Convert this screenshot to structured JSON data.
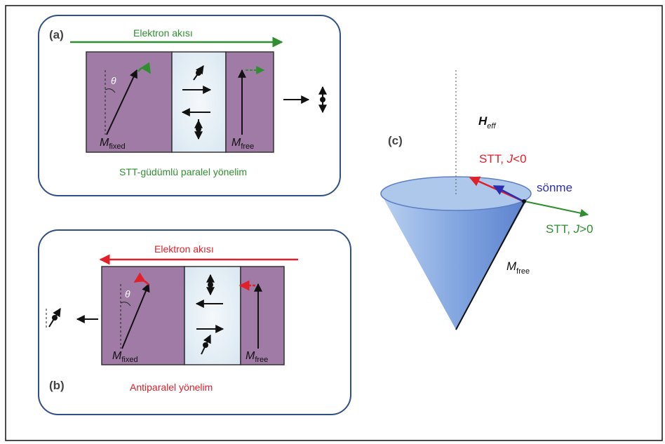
{
  "panel_a": {
    "tag": "(a)",
    "flow_label": "Elektron akısı",
    "angle_symbol": "θ",
    "m_fixed_main": "M",
    "m_fixed_sub": "fixed",
    "m_free_main": "M",
    "m_free_sub": "free",
    "caption": "STT-güdümlü paralel yönelim"
  },
  "panel_b": {
    "tag": "(b)",
    "flow_label": "Elektron akısı",
    "angle_symbol": "θ",
    "m_fixed_main": "M",
    "m_fixed_sub": "fixed",
    "m_free_main": "M",
    "m_free_sub": "free",
    "caption": "Antiparalel yönelim"
  },
  "panel_c": {
    "tag": "(c)",
    "heff_main": "H",
    "heff_sub": "eff",
    "stt_neg_main": "STT, ",
    "stt_neg_var": "J",
    "stt_neg_rest": "<0",
    "damping": "sönme",
    "stt_pos_main": "STT, ",
    "stt_pos_var": "J",
    "stt_pos_rest": ">0",
    "m_free_main": "M",
    "m_free_sub": "free"
  },
  "colors": {
    "green": "#2f8f2f",
    "red": "#e0202a",
    "blue": "#2a2fb0",
    "layer_purple": "#9f7ba6",
    "spacer": "#e9f1f6",
    "cone_top": "#a8c4ea",
    "cone_side": "#6f93d8",
    "frame_border": "#2f4f86"
  },
  "icons": [
    "spin-up-arrow-icon",
    "spin-down-arrow-icon",
    "right-arrow-icon",
    "left-arrow-icon"
  ]
}
